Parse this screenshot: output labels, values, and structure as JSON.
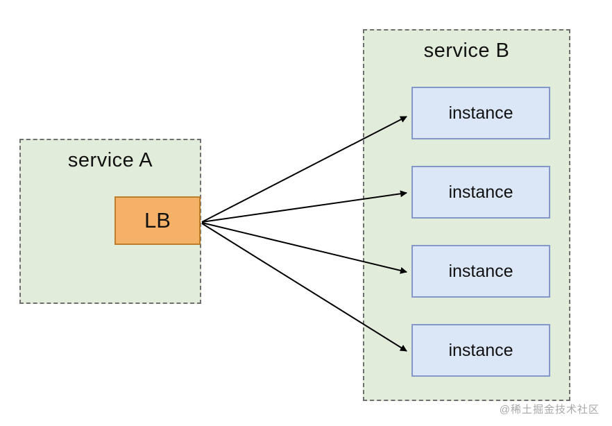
{
  "diagram": {
    "service_a": {
      "label": "service A",
      "lb_label": "LB"
    },
    "service_b": {
      "label": "service B",
      "instances": [
        "instance",
        "instance",
        "instance",
        "instance"
      ]
    },
    "watermark": "@稀土掘金技术社区",
    "colors": {
      "group_fill": "#e2ecda",
      "group_border": "#6f6f6f",
      "lb_fill": "#f6b168",
      "lb_border": "#bd7e2c",
      "instance_fill": "#dbe7f6",
      "instance_border": "#8398c8",
      "arrow": "#000000",
      "watermark_text": "#a8a8a8"
    }
  }
}
